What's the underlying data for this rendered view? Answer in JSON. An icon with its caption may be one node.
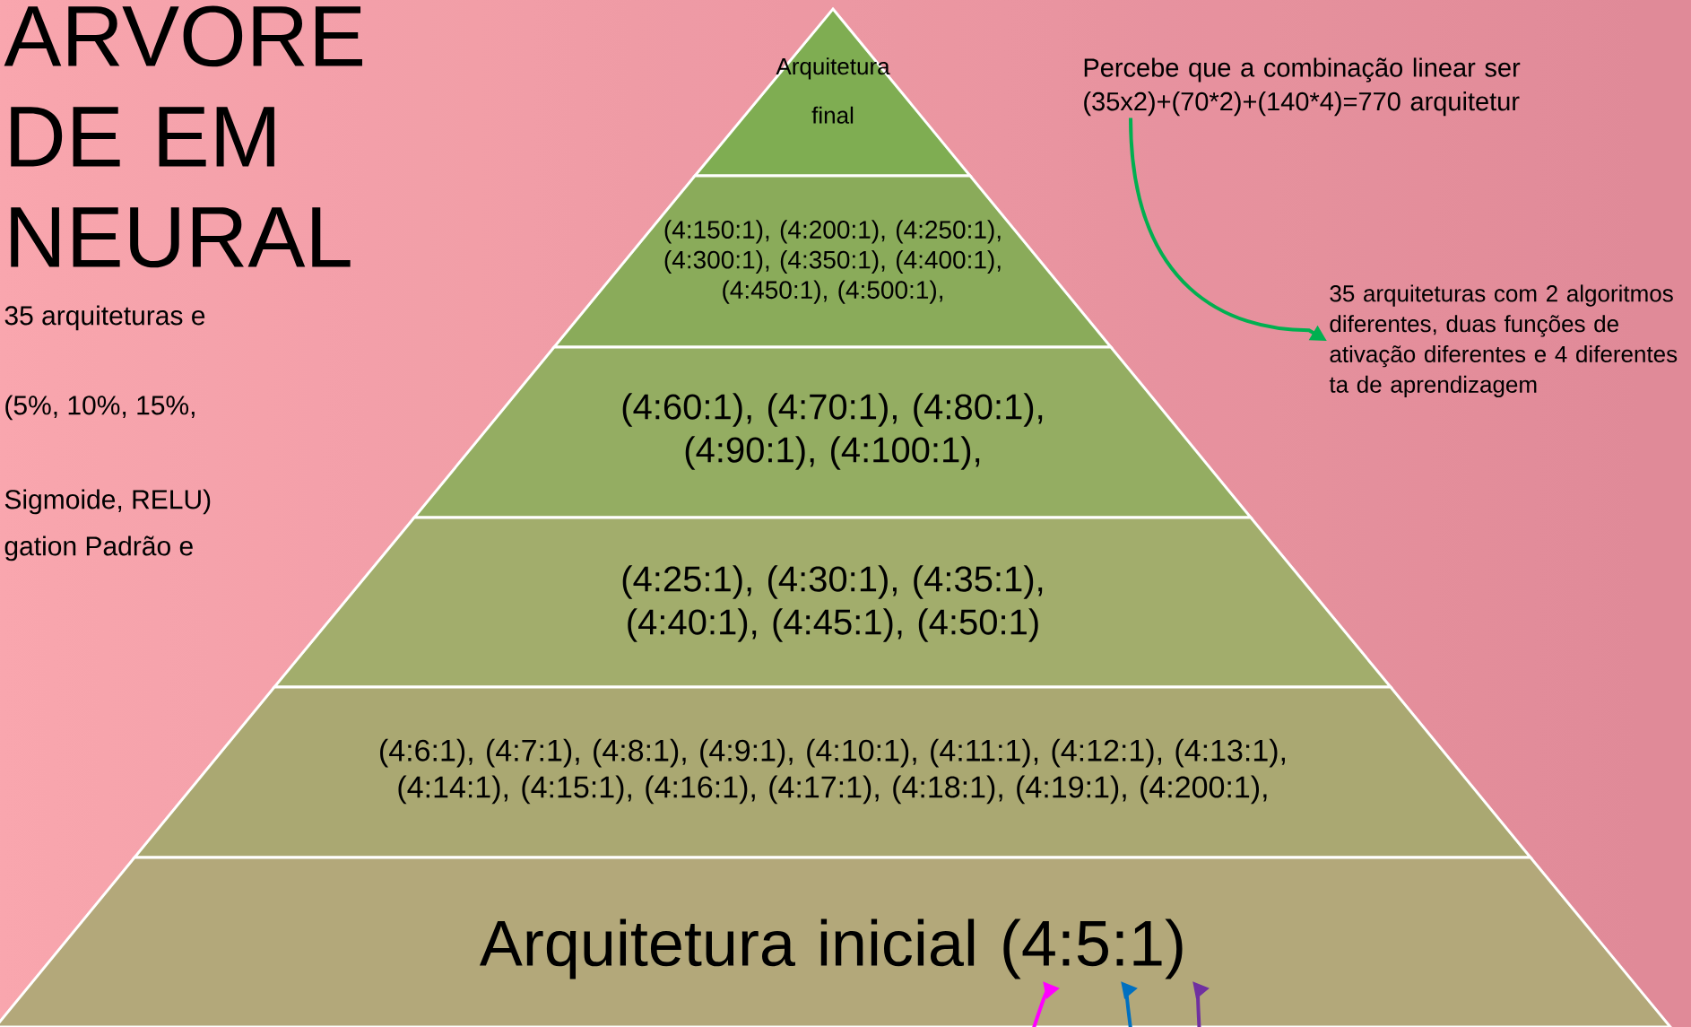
{
  "diagram": {
    "title": "ARVORE DE EM NEURAL",
    "nodes": [
      {
        "text": [
          "Arquitetura final"
        ]
      },
      {
        "text": [
          "(4:150:1), (4:200:1), (4:250:1), (4:300:1), (4:350:1), (4:400:1), (4:450:1), (4:500:1),"
        ]
      },
      {
        "text": [
          "(4:60:1), (4:70:1), (4:80:1), (4:90:1), (4:100:1),"
        ]
      },
      {
        "text": [
          "(4:25:1), (4:30:1), (4:35:1),  (4:40:1), (4:45:1),  (4:50:1)"
        ]
      },
      {
        "text": [
          "(4:6:1), (4:7:1), (4:8:1), (4:9:1), (4:10:1), (4:11:1), (4:12:1), (4:13:1), (4:14:1), (4:15:1), (4:16:1), (4:17:1), (4:18:1), (4:19:1), (4:200:1),"
        ]
      },
      {
        "text": [
          "Arquitetura inicial (4:5:1)"
        ]
      },
      {
        "text": [
          "Percebe que a combinação linear ser (35x2)+(70*2)+(140*4)=770 arquitetur"
        ]
      },
      {
        "text": [
          "35 arquiteturas com 2 algoritmos diferentes, duas funções de ativação diferentes e 4 diferentes ta de aprendizagem"
        ]
      }
    ],
    "edges": [
      {
        "from": 6,
        "to": 7,
        "arrow": "to",
        "color": "#00b050"
      },
      {
        "from": null,
        "to": 5,
        "arrow": "to",
        "color": "#ff00ff"
      },
      {
        "from": null,
        "to": 5,
        "arrow": "to",
        "color": "#0070c0"
      },
      {
        "from": null,
        "to": 5,
        "arrow": "to",
        "color": "#7030a0"
      }
    ],
    "labels": [
      "35 arquiteturas e",
      "(5%, 10%, 15%,",
      "Sigmoide, RELU)",
      "gation Padrão e"
    ]
  }
}
